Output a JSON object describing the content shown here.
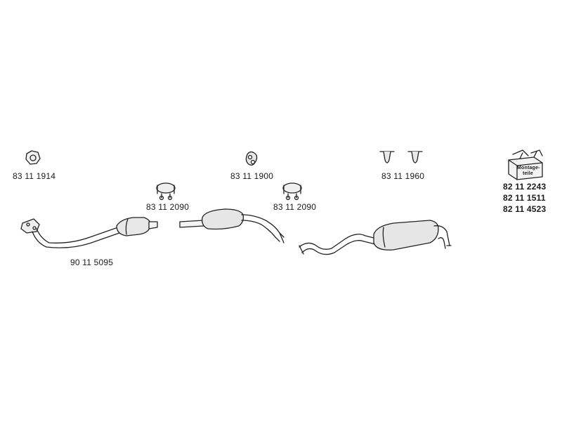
{
  "parts": {
    "ring_gasket": "83 11 1914",
    "rubber_hanger": "83 11 1900",
    "hanger_pair": "83 11 1960",
    "clamp_left": "83 11 2090",
    "clamp_right": "83 11 2090",
    "front_pipe_catalyst": "90 11 5095"
  },
  "kit": {
    "box_text_line1": "Montage-",
    "box_text_line2": "teile",
    "numbers": [
      "82 11 2243",
      "82 11 1511",
      "82 11 4523"
    ]
  }
}
